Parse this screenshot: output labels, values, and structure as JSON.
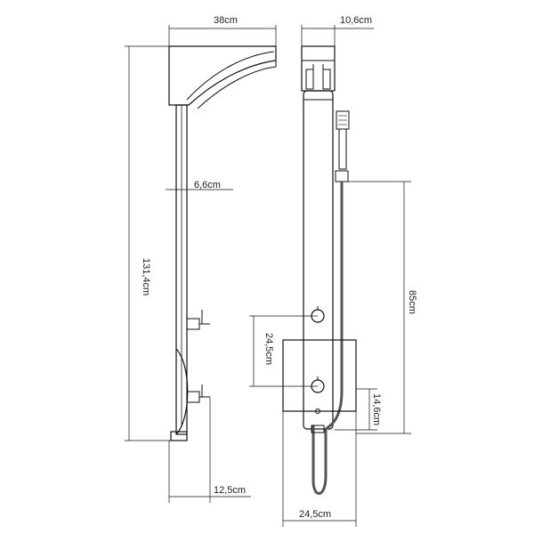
{
  "dimensions": {
    "side_top_width": "38cm",
    "side_total_height": "131,4cm",
    "side_depth": "6,6cm",
    "side_bottom_width": "12,5cm",
    "front_top_width": "10,6cm",
    "front_height_85": "85cm",
    "front_valve_spacing": "24,5cm",
    "front_box_height": "14,6cm",
    "front_bottom_width": "24,5cm"
  },
  "colors": {
    "line": "#111111",
    "hose": "#555555",
    "background": "#ffffff"
  }
}
